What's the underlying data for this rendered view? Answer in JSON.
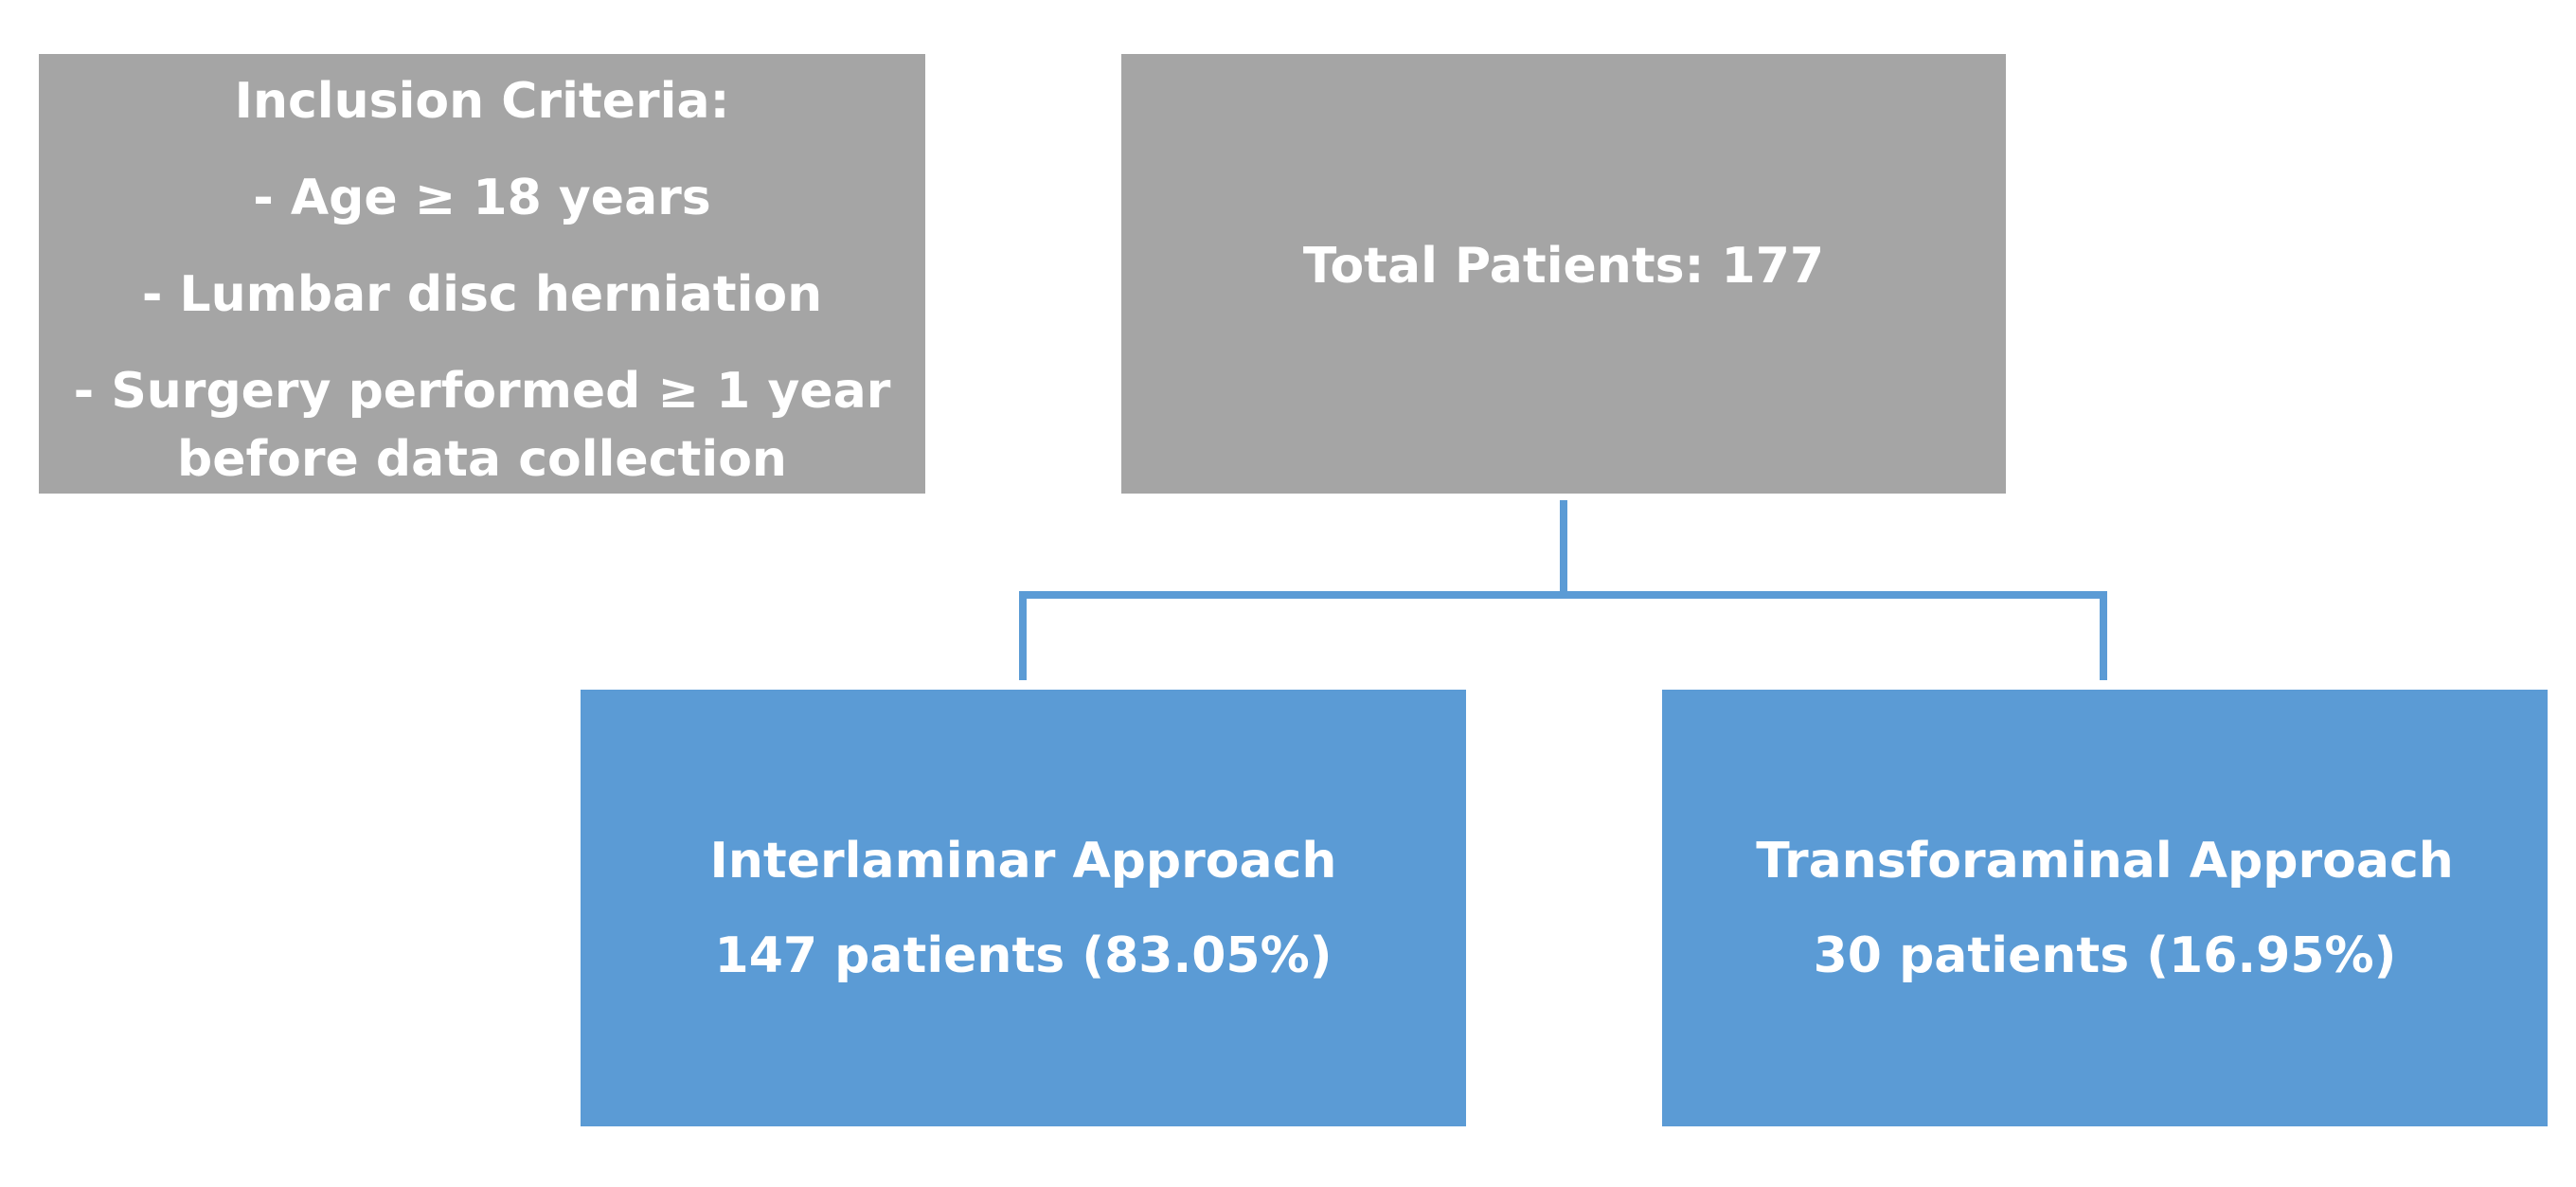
{
  "inclusion": {
    "title": "Inclusion Criteria:",
    "items": [
      "- Age ≥ 18 years",
      "- Lumbar disc herniation"
    ],
    "last_item_line1": "- Surgery performed ≥ 1 year",
    "last_item_line2": "before data collection"
  },
  "total": {
    "label": "Total Patients: 177"
  },
  "branches": [
    {
      "name": "Interlaminar Approach",
      "count_text": "147 patients (83.05%)"
    },
    {
      "name": "Transforaminal Approach",
      "count_text": "30 patients (16.95%)"
    }
  ],
  "colors": {
    "gray_box": "#a5a5a5",
    "blue_box": "#5b9bd5",
    "connector": "#5b9bd5",
    "text": "#ffffff"
  }
}
